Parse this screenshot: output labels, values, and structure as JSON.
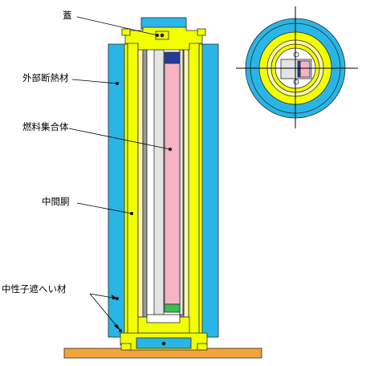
{
  "labels": {
    "lid": "蓋",
    "outer_insulation": "外部断熱材",
    "fuel_assembly": "燃料集合体",
    "middle_body": "中間胴",
    "neutron_shield": "中性子遮へい材"
  },
  "colors": {
    "outer_blue": "#29B6E6",
    "yellow": "#F2FF00",
    "pale_yellow": "#FFF8A6",
    "gray": "#9A9A9A",
    "light_gray": "#E4E4E4",
    "pink": "#F6B3C6",
    "dark_blue": "#233C9A",
    "green": "#39C04D",
    "base_orange": "#F3A43A",
    "outline": "#2A2A2A"
  }
}
